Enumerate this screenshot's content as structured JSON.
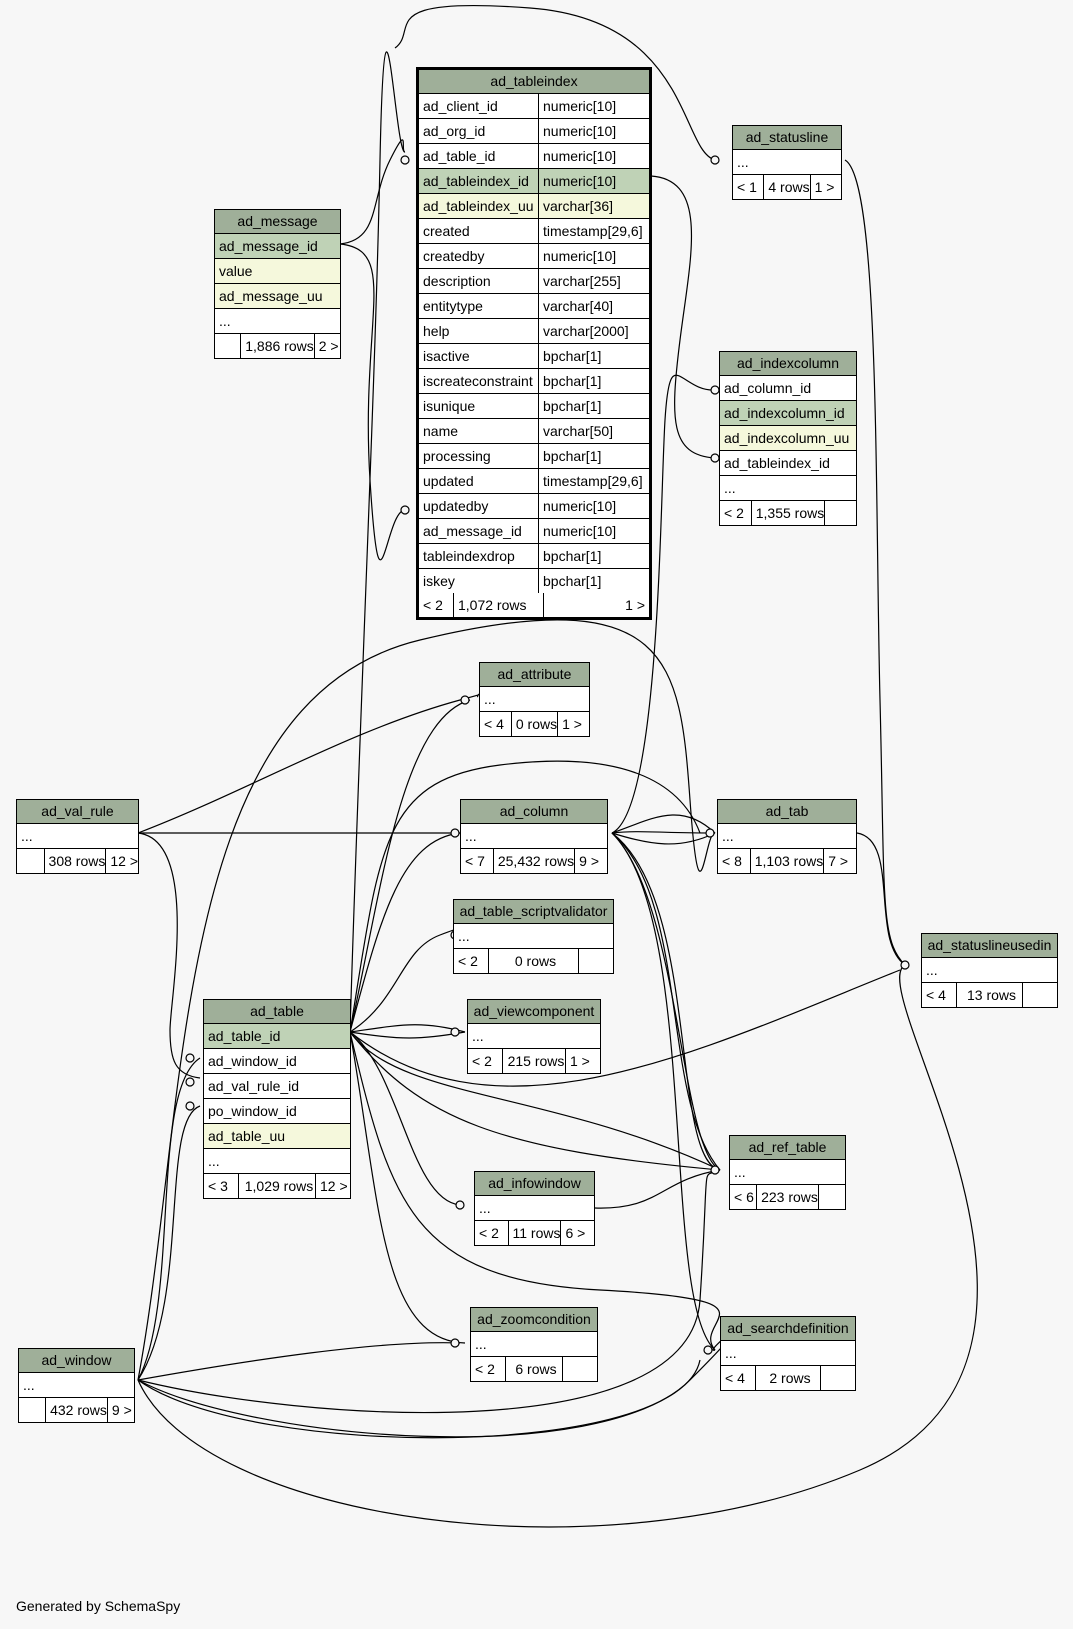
{
  "footer": "Generated by SchemaSpy",
  "tables": {
    "ad_tableindex": {
      "name": "ad_tableindex",
      "columns": [
        [
          "ad_client_id",
          "numeric[10]"
        ],
        [
          "ad_org_id",
          "numeric[10]"
        ],
        [
          "ad_table_id",
          "numeric[10]"
        ],
        [
          "ad_tableindex_id",
          "numeric[10]"
        ],
        [
          "ad_tableindex_uu",
          "varchar[36]"
        ],
        [
          "created",
          "timestamp[29,6]"
        ],
        [
          "createdby",
          "numeric[10]"
        ],
        [
          "description",
          "varchar[255]"
        ],
        [
          "entitytype",
          "varchar[40]"
        ],
        [
          "help",
          "varchar[2000]"
        ],
        [
          "isactive",
          "bpchar[1]"
        ],
        [
          "iscreateconstraint",
          "bpchar[1]"
        ],
        [
          "isunique",
          "bpchar[1]"
        ],
        [
          "name",
          "varchar[50]"
        ],
        [
          "processing",
          "bpchar[1]"
        ],
        [
          "updated",
          "timestamp[29,6]"
        ],
        [
          "updatedby",
          "numeric[10]"
        ],
        [
          "ad_message_id",
          "numeric[10]"
        ],
        [
          "tableindexdrop",
          "bpchar[1]"
        ],
        [
          "iskey",
          "bpchar[1]"
        ]
      ],
      "footer": [
        "< 2",
        "1,072 rows",
        "1 >"
      ]
    },
    "ad_message": {
      "name": "ad_message",
      "columns": [
        "ad_message_id",
        "value",
        "ad_message_uu",
        "..."
      ],
      "footer": [
        "",
        "1,886 rows",
        "2 >"
      ]
    },
    "ad_statusline": {
      "name": "ad_statusline",
      "columns": [
        "..."
      ],
      "footer": [
        "< 1",
        "4 rows",
        "1 >"
      ]
    },
    "ad_indexcolumn": {
      "name": "ad_indexcolumn",
      "columns": [
        "ad_column_id",
        "ad_indexcolumn_id",
        "ad_indexcolumn_uu",
        "ad_tableindex_id",
        "..."
      ],
      "footer": [
        "< 2",
        "1,355 rows",
        ""
      ]
    },
    "ad_attribute": {
      "name": "ad_attribute",
      "columns": [
        "..."
      ],
      "footer": [
        "< 4",
        "0 rows",
        "1 >"
      ]
    },
    "ad_val_rule": {
      "name": "ad_val_rule",
      "columns": [
        "..."
      ],
      "footer": [
        "",
        "308 rows",
        "12 >"
      ]
    },
    "ad_column": {
      "name": "ad_column",
      "columns": [
        "..."
      ],
      "footer": [
        "< 7",
        "25,432 rows",
        "9 >"
      ]
    },
    "ad_tab": {
      "name": "ad_tab",
      "columns": [
        "..."
      ],
      "footer": [
        "< 8",
        "1,103 rows",
        "7 >"
      ]
    },
    "ad_table_scriptvalidator": {
      "name": "ad_table_scriptvalidator",
      "columns": [
        "..."
      ],
      "footer": [
        "< 2",
        "0 rows",
        ""
      ]
    },
    "ad_statuslineusedin": {
      "name": "ad_statuslineusedin",
      "columns": [
        "..."
      ],
      "footer": [
        "< 4",
        "13 rows",
        ""
      ]
    },
    "ad_viewcomponent": {
      "name": "ad_viewcomponent",
      "columns": [
        "..."
      ],
      "footer": [
        "< 2",
        "215 rows",
        "1 >"
      ]
    },
    "ad_table": {
      "name": "ad_table",
      "columns": [
        "ad_table_id",
        "ad_window_id",
        "ad_val_rule_id",
        "po_window_id",
        "ad_table_uu",
        "..."
      ],
      "footer": [
        "< 3",
        "1,029 rows",
        "12 >"
      ]
    },
    "ad_ref_table": {
      "name": "ad_ref_table",
      "columns": [
        "..."
      ],
      "footer": [
        "< 6",
        "223 rows",
        ""
      ]
    },
    "ad_infowindow": {
      "name": "ad_infowindow",
      "columns": [
        "..."
      ],
      "footer": [
        "< 2",
        "11 rows",
        "6 >"
      ]
    },
    "ad_zoomcondition": {
      "name": "ad_zoomcondition",
      "columns": [
        "..."
      ],
      "footer": [
        "< 2",
        "6 rows",
        ""
      ]
    },
    "ad_searchdefinition": {
      "name": "ad_searchdefinition",
      "columns": [
        "..."
      ],
      "footer": [
        "< 4",
        "2 rows",
        ""
      ]
    },
    "ad_window": {
      "name": "ad_window",
      "columns": [
        "..."
      ],
      "footer": [
        "",
        "432 rows",
        "9 >"
      ]
    }
  },
  "colors": {
    "header": "#9faf99",
    "primary_key": "#bfd2b6",
    "unique": "#f5f8dc",
    "background": "#f7f7f7"
  }
}
